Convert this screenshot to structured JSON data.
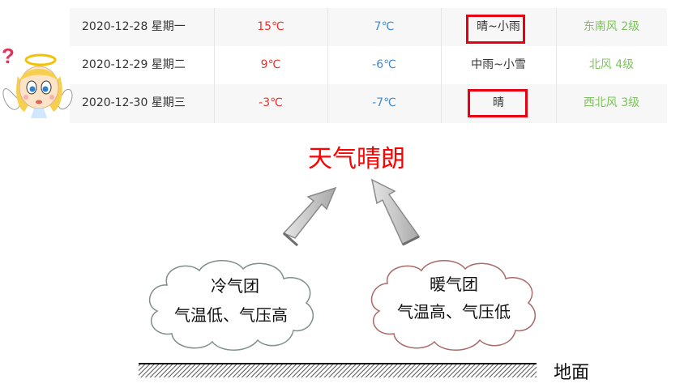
{
  "forecast": {
    "rows": [
      {
        "date": "2020-12-28 星期一",
        "high": "15℃",
        "low": "7℃",
        "weather": "晴~小雨",
        "wind": "东南风 2级"
      },
      {
        "date": "2020-12-29 星期二",
        "high": "9℃",
        "low": "-6℃",
        "weather": "中雨~小雪",
        "wind": "北风 4级"
      },
      {
        "date": "2020-12-30 星期三",
        "high": "-3℃",
        "low": "-7℃",
        "weather": "晴",
        "wind": "西北风 3级"
      }
    ],
    "colors": {
      "high": "#e8332e",
      "low": "#3f8ad6",
      "wind": "#7cc45a",
      "highlight_box": "#e60012"
    }
  },
  "mascot": {
    "question_mark": "?",
    "icon": "angel-girl-icon"
  },
  "diagram": {
    "title": "天气晴朗",
    "cold_air_mass": {
      "name": "冷气团",
      "desc": "气温低、气压高"
    },
    "warm_air_mass": {
      "name": "暖气团",
      "desc": "气温高、气压低"
    },
    "ground_label": "地面",
    "colors": {
      "title": "#ff0000",
      "cold_outline": "#7f8f8a",
      "warm_outline": "#a86a6a",
      "arrow": "#bdbdbd"
    }
  }
}
